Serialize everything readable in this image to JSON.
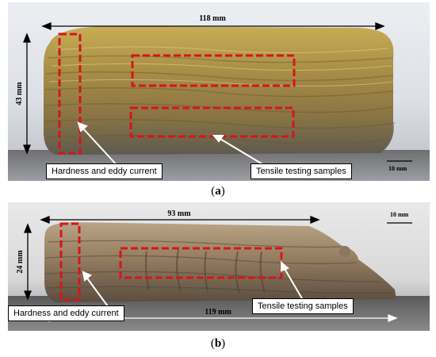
{
  "panel_a": {
    "width_label": "118 mm",
    "height_label": "43 mm",
    "scale_label": "10 mm",
    "hardness_label": "Hardness and eddy current",
    "tensile_label": "Tensile testing samples",
    "caption_letter": "a"
  },
  "panel_b": {
    "top_width_label": "93 mm",
    "bottom_width_label": "119 mm",
    "height_label": "24 mm",
    "scale_label": "10 mm",
    "hardness_label": "Hardness and eddy current",
    "tensile_label": "Tensile testing samples",
    "caption_letter": "b"
  },
  "colors": {
    "marker": "#d8141a",
    "deposit_a": "#a88e46",
    "deposit_b": "#9a8264"
  }
}
